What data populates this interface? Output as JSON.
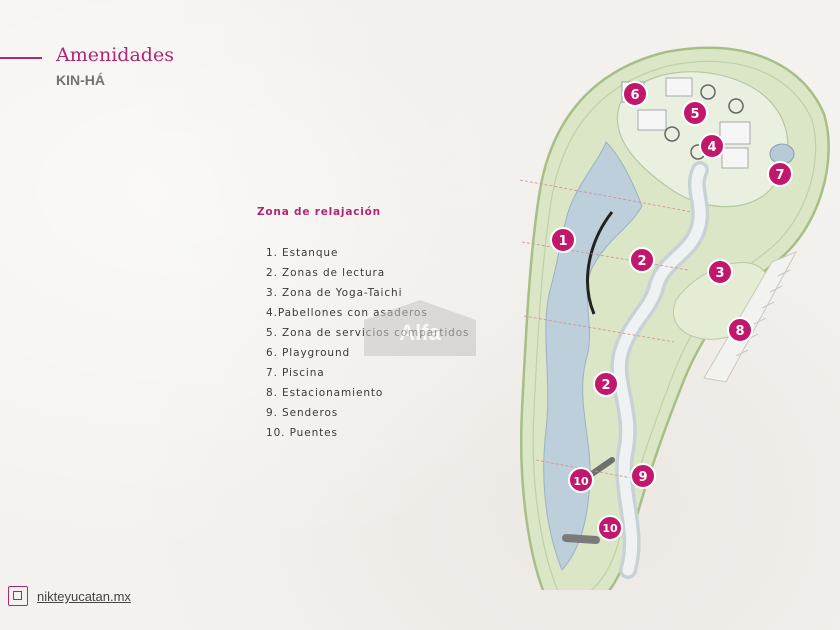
{
  "header": {
    "title": "Amenidades",
    "subtitle": "KIN-HÁ"
  },
  "legend": {
    "title": "Zona de relajación",
    "items": [
      "1. Estanque",
      "2. Zonas de lectura",
      "3. Zona de Yoga-Taichi",
      "4.Pabellones con asaderos",
      "5. Zona de servicios compartidos",
      "6. Playground",
      "7. Piscina",
      "8. Estacionamiento",
      "9. Senderos",
      "10. Puentes"
    ]
  },
  "watermark": {
    "text": "Alfa"
  },
  "map": {
    "markers": [
      {
        "label": "6"
      },
      {
        "label": "5"
      },
      {
        "label": "4"
      },
      {
        "label": "7"
      },
      {
        "label": "1"
      },
      {
        "label": "2"
      },
      {
        "label": "3"
      },
      {
        "label": "8"
      },
      {
        "label": "2"
      },
      {
        "label": "9"
      },
      {
        "label": "10"
      },
      {
        "label": "10"
      }
    ]
  },
  "footer": {
    "website": "nikteyucatan.mx",
    "logo_icon": "nikte-logo-icon"
  },
  "colors": {
    "accent": "#b0276f",
    "marker": "#c2186b",
    "park_green": "#dbe6c7",
    "water": "#bccfda",
    "path": "#e8edee",
    "background": "#f4f2ef"
  }
}
